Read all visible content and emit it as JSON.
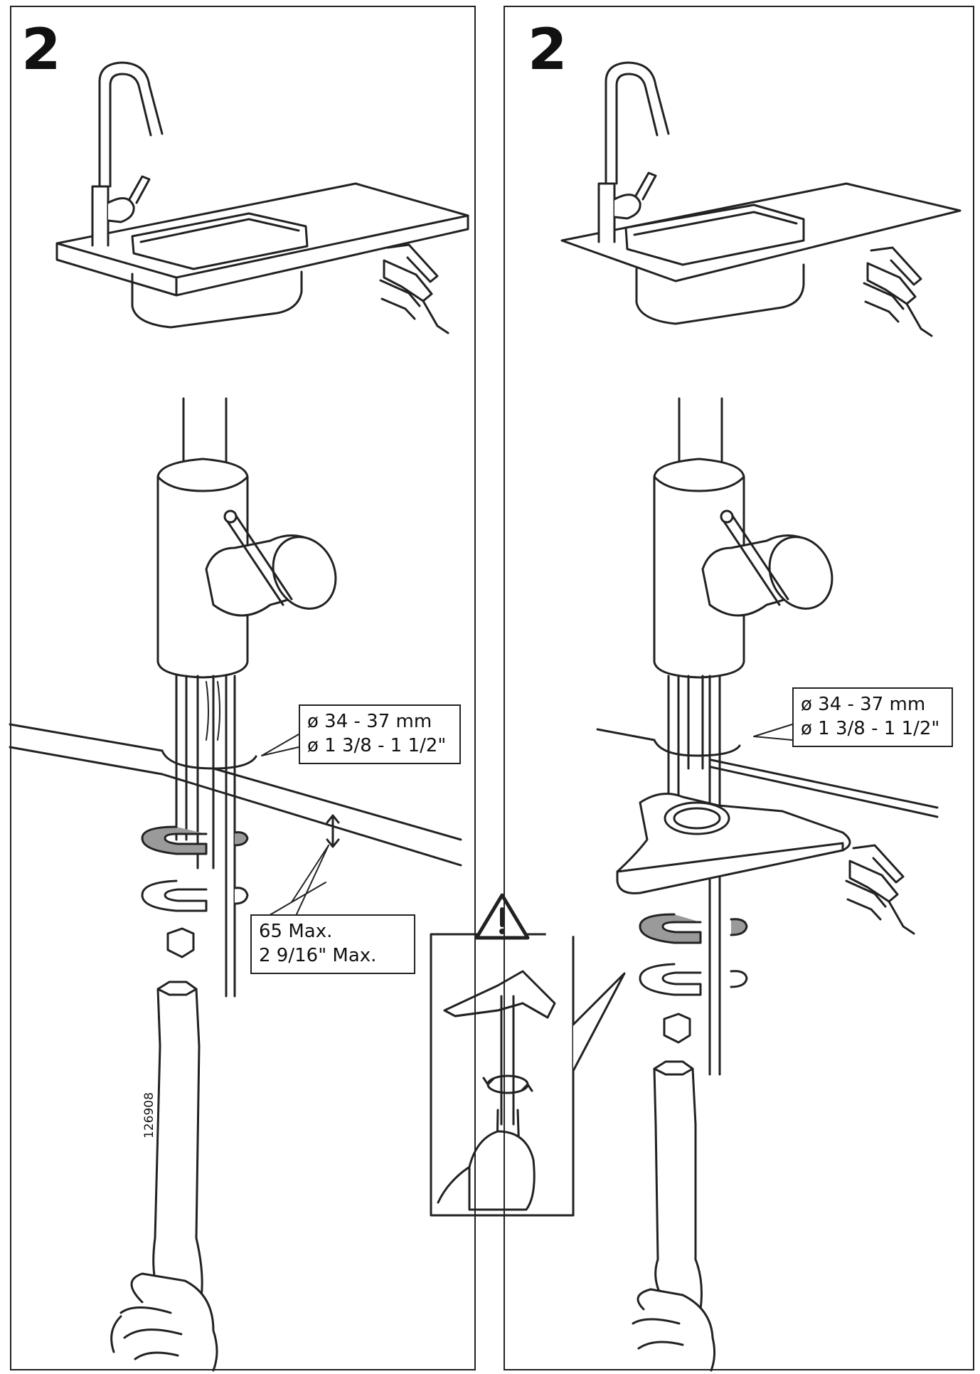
{
  "steps": {
    "left": {
      "number": "2"
    },
    "right": {
      "number": "2"
    }
  },
  "callouts": {
    "hole_diameter_left": {
      "line1": "ø 34 - 37 mm",
      "line2": "ø 1 3/8 - 1 1/2\""
    },
    "hole_diameter_right": {
      "line1": "ø 34 - 37 mm",
      "line2": "ø 1 3/8 - 1 1/2\""
    },
    "max_thickness": {
      "line1": "65 Max.",
      "line2": "2 9/16\" Max."
    }
  },
  "reference_code": "126908",
  "icons": [
    "pointing-hand-icon",
    "warning-triangle-icon",
    "rotate-arrows-icon"
  ],
  "colors": {
    "line": "#222222",
    "washer_grey": "#9a9a9a",
    "background": "#ffffff"
  }
}
